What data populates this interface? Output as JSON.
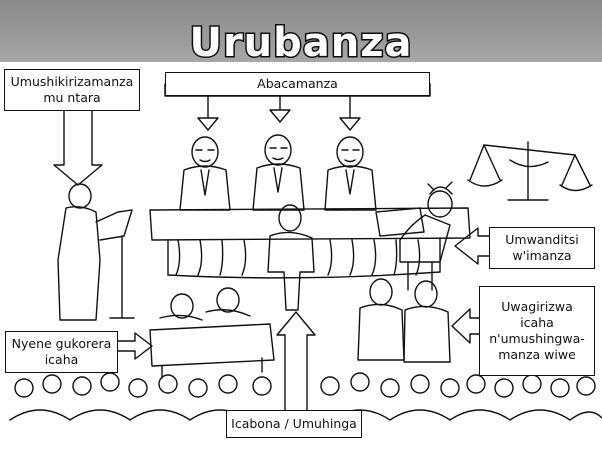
{
  "title": "Urubanza",
  "labels": {
    "prosecutor": "Umushikirizamanza\nmu ntara",
    "judges": "Abacamanza",
    "clerk": "Umwanditsi\nw'imanza",
    "plaintiff": "Nyene gukorera\nicaha",
    "defendant": "Uwagirizwa\nicaha\nn'umushingwa-\nmanza wiwe",
    "witness": "Icabona / Umuhinga"
  }
}
